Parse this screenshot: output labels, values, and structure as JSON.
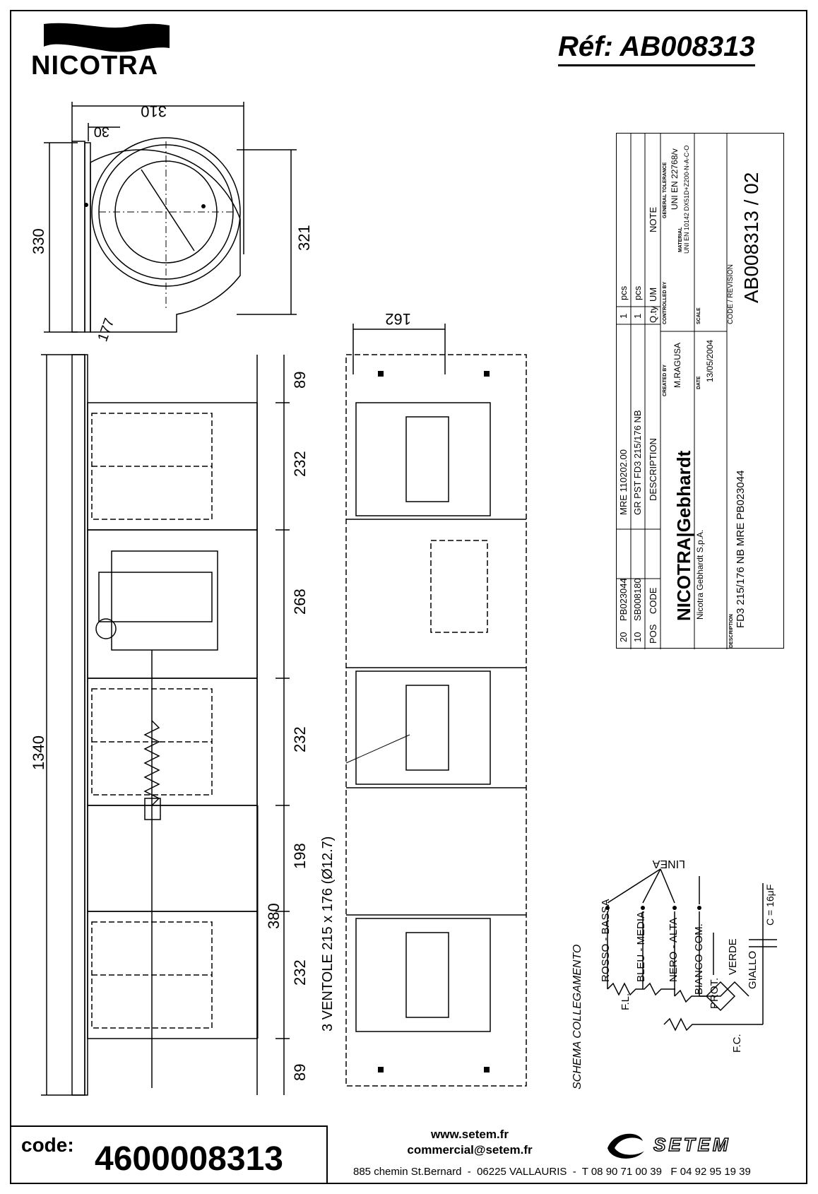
{
  "header": {
    "logo_text": "NICOTRA",
    "reference": "Réf: AB008313"
  },
  "front_view": {
    "dim_width": "310",
    "dim_offset": "30",
    "dim_height_left": "330",
    "dim_height_right": "321",
    "dim_diameter": "177"
  },
  "side_view": {
    "dim_total": "1340",
    "segments": [
      "89",
      "232",
      "268",
      "232",
      "198",
      "232",
      "89"
    ],
    "dim_380": "380"
  },
  "top_view": {
    "dim_width": "162",
    "fan_note": "3 VENTOLE 215 x 176 (Ø12.7)"
  },
  "title_block": {
    "bom_rows": [
      {
        "pos": "20",
        "code": "PB023044",
        "description": "MRE 110202.00",
        "qty": "1",
        "um": "pcs"
      },
      {
        "pos": "10",
        "code": "SB008180",
        "description": "GR PST FD3 215/176 NB",
        "qty": "1",
        "um": "pcs"
      }
    ],
    "headers": {
      "pos": "POS",
      "code": "CODE",
      "description": "DESCRIPTION",
      "qty": "Q.ty",
      "um": "UM",
      "note": "NOTE"
    },
    "created_by_label": "CREATED BY",
    "created_by": "M.RAGUSA",
    "controlled_by_label": "CONTROLLED BY",
    "general_tolerance_label": "GENERAL TOLERANCE",
    "general_tolerance": "UNI EN 22768/v",
    "material_label": "MATERIAL",
    "material": "UNI EN 10142 DX51D+Z200-N-A-C-O",
    "date_label": "DATE",
    "date": "13/05/2004",
    "scale_label": "SCALE",
    "code_revision_label": "CODE / REVISION",
    "code_revision": "AB008313 / 02",
    "company_logo": "NICOTRA|Gebhardt",
    "company_name": "Nicotra Gebhardt S.p.A.",
    "description_label": "DESCRIPTION",
    "description": "FD3 215/176 NB MRE PB023044"
  },
  "wiring": {
    "title": "SCHEMA COLLEGAMENTO",
    "linea": "LINEA",
    "capacitor": "C = 16μF",
    "wires": [
      "ROSSO - BASSA",
      "BLEU - MEDIA",
      "NERO - ALTA",
      "BIANCO COM.",
      "PROT.",
      "VERDE",
      "GIALLO"
    ],
    "fl": "F.L.",
    "fc": "F.C."
  },
  "footer": {
    "code_label": "code:",
    "code_value": "4600008313",
    "website": "www.setem.fr",
    "email": "commercial@setem.fr",
    "address": "885 chemin St.Bernard  -  06225 VALLAURIS  -  T 08 90 71 00 39   F 04 92 95 19 39",
    "brand": "SETEM"
  },
  "colors": {
    "ink": "#000000",
    "watermark": "#c8c8c8"
  }
}
